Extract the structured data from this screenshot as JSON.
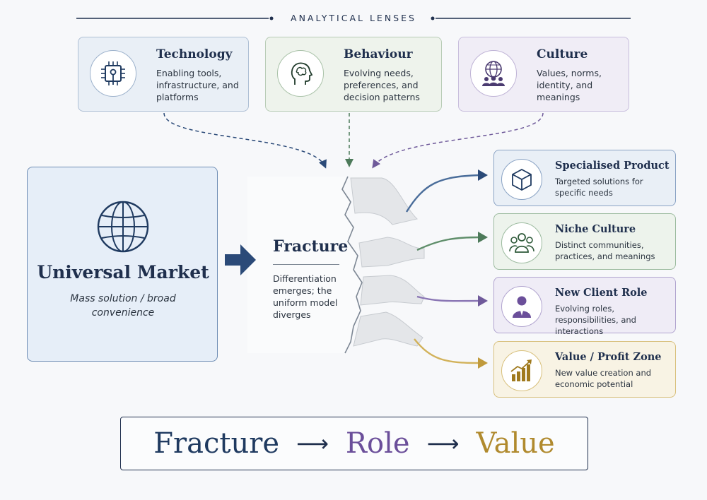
{
  "header": {
    "title": "ANALYTICAL LENSES"
  },
  "lenses": [
    {
      "icon": "chip-icon",
      "title": "Technology",
      "desc": "Enabling tools, infrastructure, and platforms"
    },
    {
      "icon": "brain-head-icon",
      "title": "Behaviour",
      "desc": "Evolving needs, preferences, and decision patterns"
    },
    {
      "icon": "globe-people-icon",
      "title": "Culture",
      "desc": "Values, norms, identity, and meanings"
    }
  ],
  "market": {
    "icon": "globe-icon",
    "title": "Universal Market",
    "subtitle": "Mass solution / broad convenience"
  },
  "fracture": {
    "title": "Fracture",
    "desc": "Differentiation emerges; the uniform model diverges"
  },
  "outcomes": [
    {
      "icon": "cube-icon",
      "title": "Specialised Product",
      "desc": "Targeted solutions for specific needs",
      "color": "#4a6d9a"
    },
    {
      "icon": "group-icon",
      "title": "Niche Culture",
      "desc": "Distinct communities, practices, and meanings",
      "color": "#4d7a5a"
    },
    {
      "icon": "client-icon",
      "title": "New Client Role",
      "desc": "Evolving roles, responsibilities, and interactions",
      "color": "#6f5a9a"
    },
    {
      "icon": "growth-chart-icon",
      "title": "Value / Profit Zone",
      "desc": "New value creation and economic potential",
      "color": "#c09a3c"
    }
  ],
  "flow": {
    "steps": [
      {
        "label": "Fracture",
        "color": "#1f3a60"
      },
      {
        "label": "Role",
        "color": "#6b4f9a"
      },
      {
        "label": "Value",
        "color": "#b08a2e"
      }
    ],
    "arrow": "⟶"
  },
  "colors": {
    "navy": "#1f2f4d",
    "tech": "#9db2cc",
    "behaviour": "#a9c2a8",
    "culture": "#bfb3d6"
  }
}
